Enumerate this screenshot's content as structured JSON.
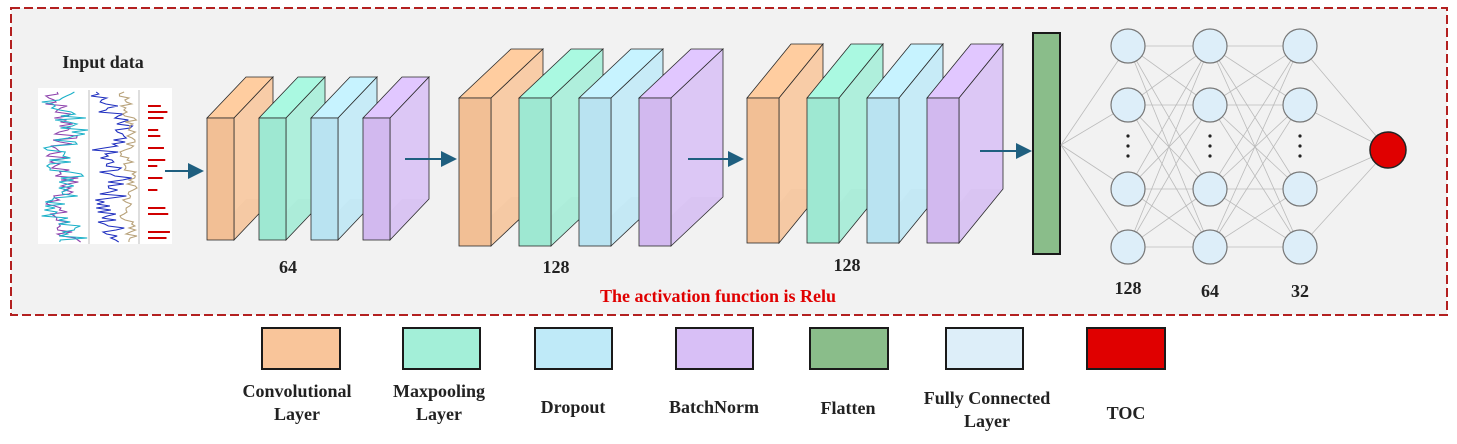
{
  "diagram": {
    "input_label": "Input data",
    "blocks": [
      {
        "filters": "64"
      },
      {
        "filters": "128"
      },
      {
        "filters": "128"
      }
    ],
    "dense_layers": [
      {
        "units": "128"
      },
      {
        "units": "64"
      },
      {
        "units": "32"
      }
    ],
    "activation_note": "The activation function is Relu",
    "colors": {
      "convolutional": "#f9c59a",
      "maxpooling": "#a3efd8",
      "dropout": "#bfeaf8",
      "batchnorm": "#d8bff6",
      "flatten": "#8abd8a",
      "fully_connected": "#ddeef9",
      "toc": "#e00000",
      "arrow": "#1f5f7f",
      "frame": "#b32020"
    }
  },
  "legend": [
    {
      "key": "convolutional",
      "label": "Convolutional\nLayer"
    },
    {
      "key": "maxpooling",
      "label": "Maxpooling\nLayer"
    },
    {
      "key": "dropout",
      "label": "Dropout"
    },
    {
      "key": "batchnorm",
      "label": "BatchNorm"
    },
    {
      "key": "flatten",
      "label": "Flatten"
    },
    {
      "key": "fully_connected",
      "label": "Fully Connected\nLayer"
    },
    {
      "key": "toc",
      "label": "TOC"
    }
  ]
}
